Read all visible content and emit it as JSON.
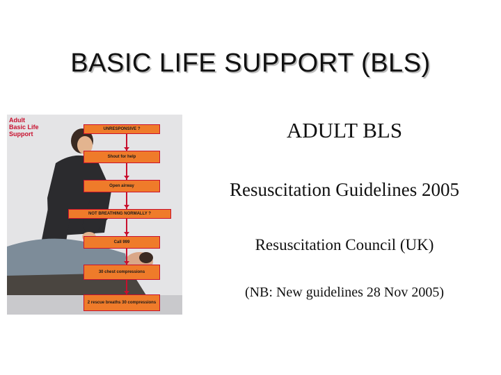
{
  "slide": {
    "title": "BASIC LIFE SUPPORT (BLS)",
    "lines": [
      "ADULT BLS",
      "Resuscitation Guidelines 2005",
      "Resuscitation Council (UK)",
      "(NB: New guidelines 28 Nov 2005)"
    ]
  },
  "figure": {
    "heading": [
      "Adult",
      "Basic Life",
      "Support"
    ],
    "steps": [
      "UNRESPONSIVE ?",
      "Shout for help",
      "Open airway",
      "NOT BREATHING NORMALLY ?",
      "Call 999",
      "30 chest compressions",
      "2 rescue breaths 30 compressions"
    ],
    "colors": {
      "box_fill": "#ef7b2a",
      "accent_red": "#c8102e",
      "background": "#e4e4e6"
    }
  }
}
